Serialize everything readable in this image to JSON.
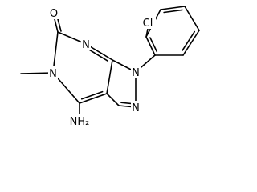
{
  "structure": {
    "labels": {
      "carbonyl_oxygen": "O",
      "n_top": "N",
      "n1": "N",
      "n_methyl": "N",
      "n_pyrazole": "N",
      "amine": "NH₂",
      "chlorine": "Cl"
    }
  }
}
